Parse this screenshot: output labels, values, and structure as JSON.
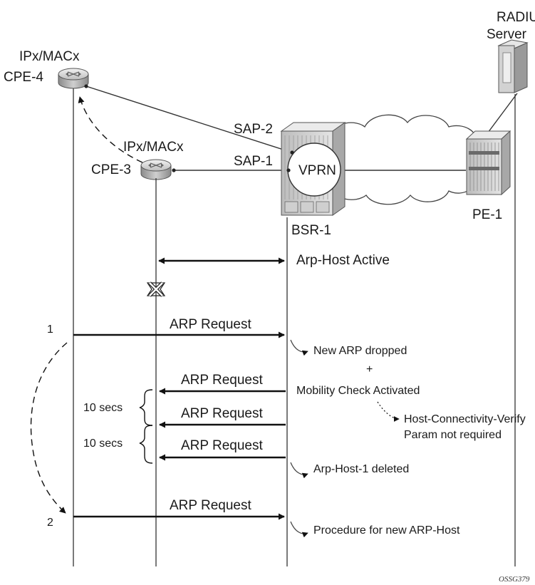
{
  "radius": {
    "line1": "RADIUS",
    "line2": "Server"
  },
  "cpe4": {
    "label": "CPE-4",
    "addr": "IPx/MACx"
  },
  "cpe3": {
    "label": "CPE-3",
    "addr": "IPx/MACx"
  },
  "saps": {
    "sap2": "SAP-2",
    "sap1": "SAP-1"
  },
  "vprn": "VPRN",
  "bsr": "BSR-1",
  "pe": "PE-1",
  "arp_host_active": "Arp-Host Active",
  "messages": {
    "m1": "ARP Request",
    "m2": "ARP Request",
    "m3": "ARP Request",
    "m4": "ARP Request",
    "m5": "ARP Request"
  },
  "steps": {
    "s1": "1",
    "s2": "2"
  },
  "intervals": {
    "t1": "10 secs",
    "t2": "10 secs"
  },
  "notes": {
    "new_arp_dropped": "New ARP dropped",
    "plus": "+",
    "mobility_check": "Mobility Check Activated",
    "hcv_line1": "Host-Connectivity-Verify",
    "hcv_line2": "Param not required",
    "arp_host_deleted": "Arp-Host-1 deleted",
    "procedure": "Procedure for new ARP-Host"
  },
  "figure_id": "OSSG379"
}
